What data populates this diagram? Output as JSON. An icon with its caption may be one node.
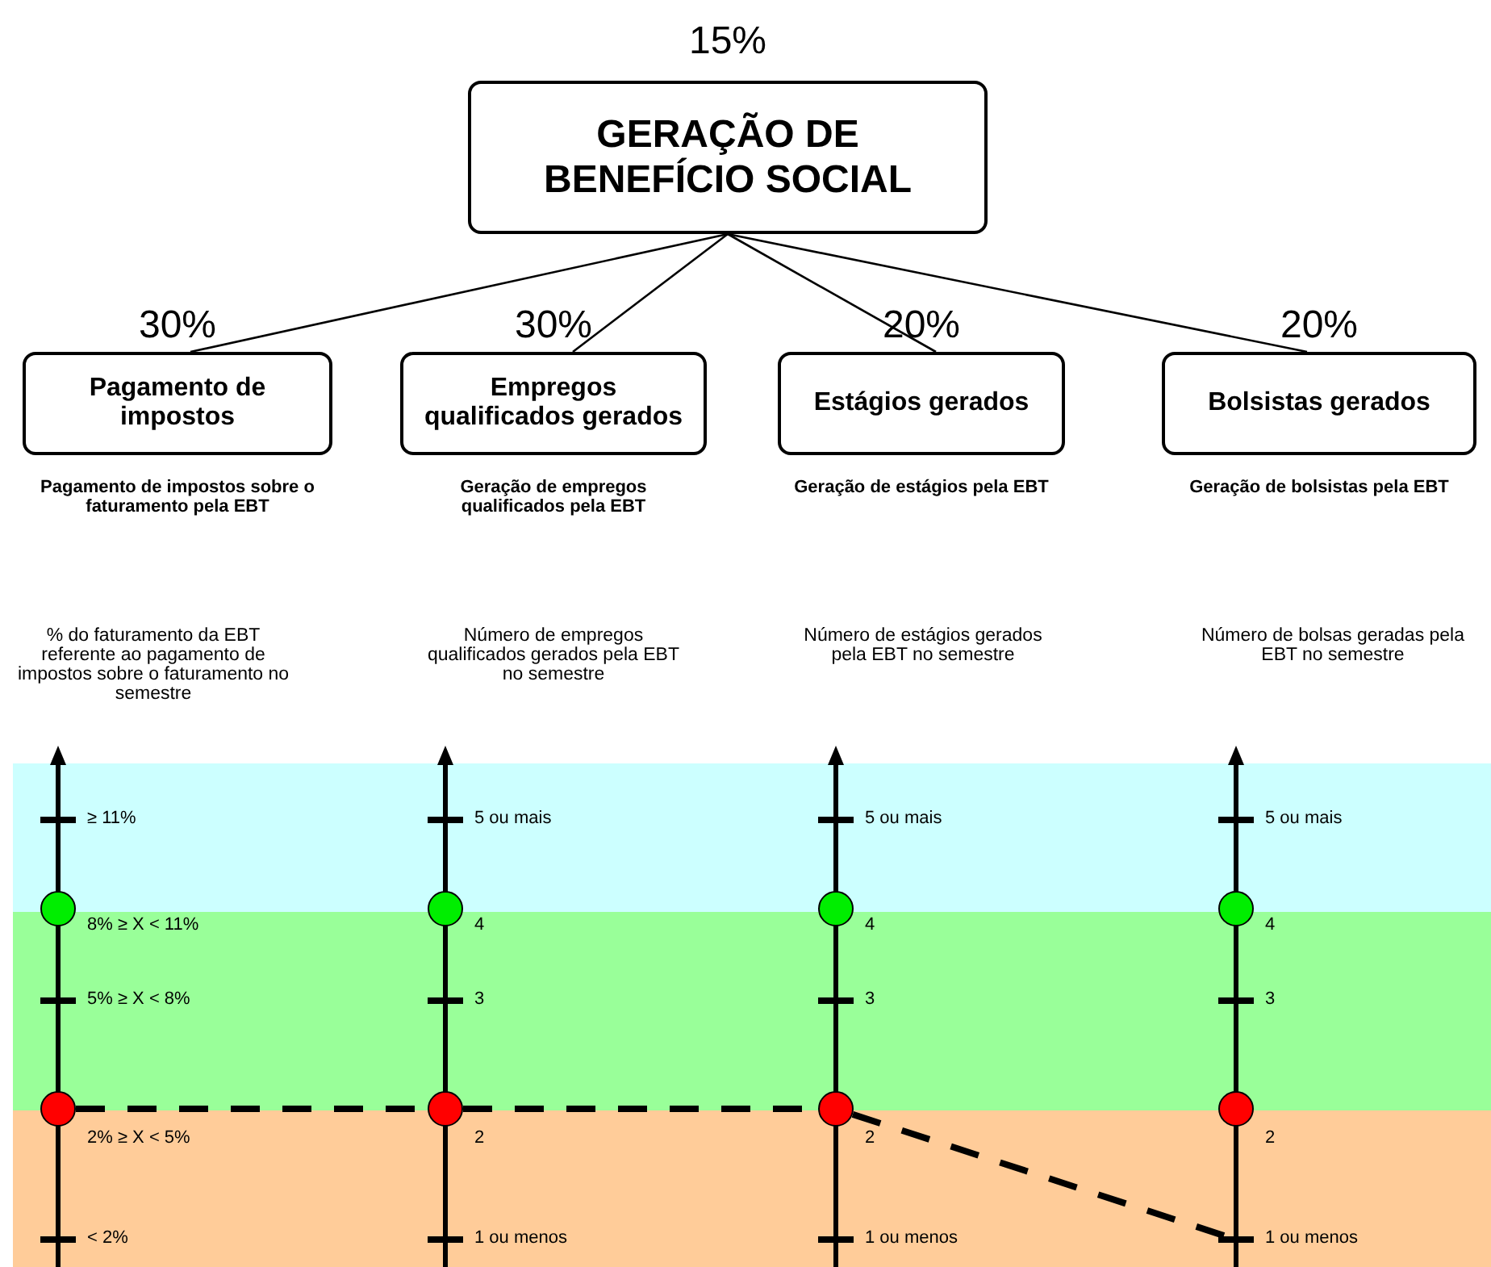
{
  "diagram": {
    "nodes": [
      {
        "text": [
          "GERAÇÃO DE BENEFÍCIO SOCIAL"
        ],
        "beside": [
          "15%"
        ]
      },
      {
        "text": [
          "Pagamento de impostos"
        ],
        "beside": [
          "30%",
          "Pagamento de impostos sobre o faturamento pela EBT"
        ]
      },
      {
        "text": [
          "Empregos qualificados gerados"
        ],
        "beside": [
          "30%",
          "Geração de empregos qualificados pela EBT"
        ]
      },
      {
        "text": [
          "Estágios gerados"
        ],
        "beside": [
          "20%",
          "Geração de estágios pela EBT"
        ]
      },
      {
        "text": [
          "Bolsistas gerados"
        ],
        "beside": [
          "20%",
          "Geração de bolsistas pela EBT"
        ]
      },
      {
        "text": [],
        "shape": "circle"
      },
      {
        "text": [],
        "shape": "circle"
      },
      {
        "text": [],
        "shape": "circle"
      },
      {
        "text": [],
        "shape": "circle"
      },
      {
        "text": [],
        "shape": "circle"
      },
      {
        "text": [],
        "shape": "circle"
      },
      {
        "text": [],
        "shape": "circle"
      },
      {
        "text": [],
        "shape": "circle"
      }
    ],
    "edges": [
      {
        "from": 0,
        "to": 1,
        "arrow": "none"
      },
      {
        "from": 0,
        "to": 2,
        "arrow": "none"
      },
      {
        "from": 0,
        "to": 3,
        "arrow": "none"
      },
      {
        "from": 0,
        "to": 4,
        "arrow": "none"
      },
      {
        "from": 9,
        "to": 10,
        "arrow": "none",
        "style": "dashed"
      },
      {
        "from": 10,
        "to": 11,
        "arrow": "none",
        "style": "dashed"
      },
      {
        "from": 11,
        "to": null,
        "arrow": "none",
        "style": "dashed"
      }
    ],
    "labels": [
      "% do faturamento da EBT referente ao pagamento de impostos sobre o faturamento no semestre",
      "Número de empregos qualificados gerados pela EBT no semestre",
      "Número de estágios gerados pela EBT no semestre",
      "Número de bolsas geradas pela EBT no semestre",
      "≥ 11%",
      "5 ou mais",
      "5 ou mais",
      "5 ou mais",
      "8% ≥ X < 11%",
      "4",
      "4",
      "4",
      "5% ≥ X < 8%",
      "3",
      "3",
      "3",
      "2% ≥ X < 5%",
      "2",
      "2",
      "2",
      "< 2%",
      "1 ou menos",
      "1 ou menos",
      "1 ou menos"
    ]
  }
}
